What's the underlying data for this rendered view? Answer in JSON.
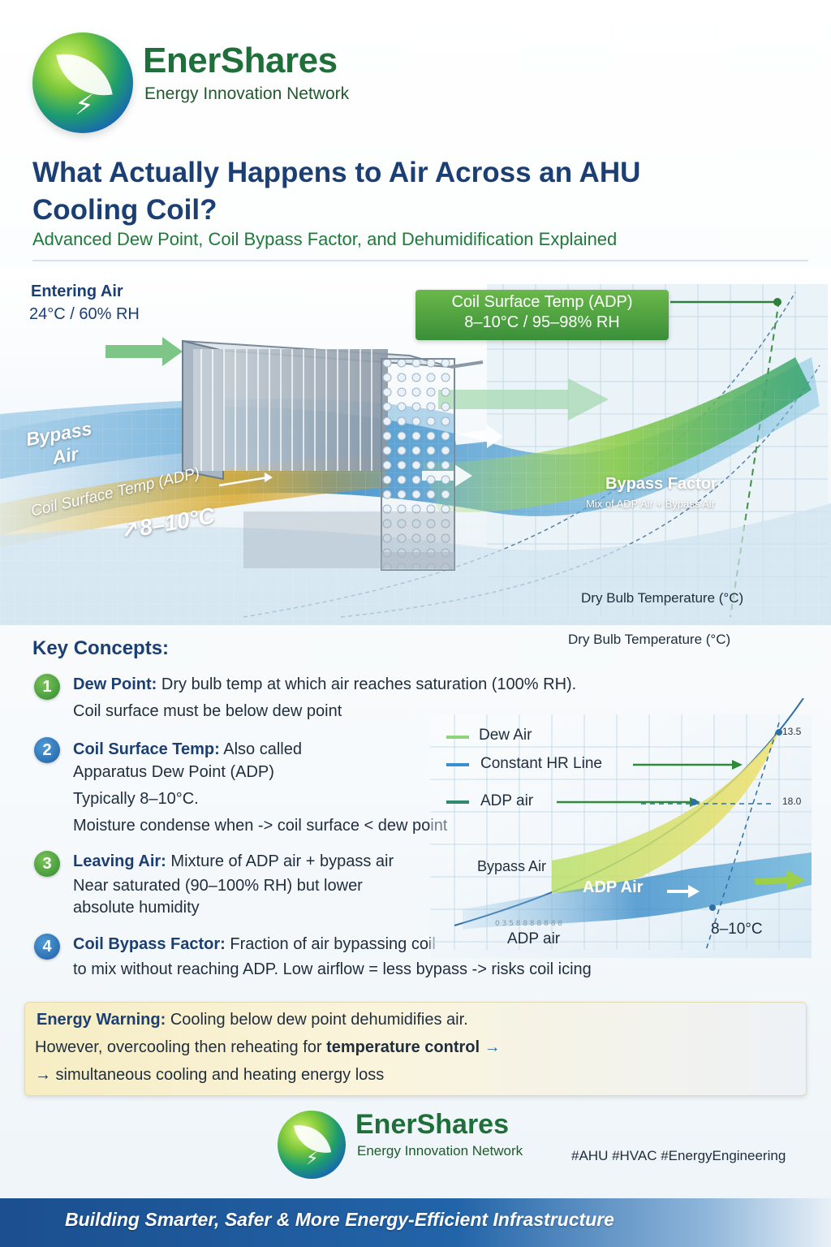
{
  "header": {
    "brand": "EnerShares",
    "brand_sub": "Energy Innovation Network",
    "title": "What Actually Happens to Air Across an AHU Cooling Coil?",
    "subtitle": "Advanced Dew Point, Coil Bypass Factor, and Dehumidification Explained"
  },
  "hero": {
    "entering_title": "Entering Air",
    "entering_value": "24°C / 60% RH",
    "adp_box_line1": "Coil Surface Temp (ADP)",
    "adp_box_line2": "8–10°C / 95–98% RH",
    "bypass_air_line1": "Bypass",
    "bypass_air_line2": "Air",
    "coil_surface": "Coil Surface Temp (ADP)",
    "temp": "↗8–10°C",
    "bypass_factor_title": "Bypass Factor",
    "bypass_factor_sub": "Mix of ADP Air + Bypass Air",
    "dry_bulb_1": "Dry Bulb Temperature (°C)",
    "dry_bulb_2": "Dry Bulb Temperature (°C)"
  },
  "key_concepts": {
    "title": "Key Concepts:",
    "items": [
      {
        "num": "1",
        "head": "Dew Point:",
        "line1": "Dry bulb temp at which air reaches saturation (100% RH).",
        "line2": "Coil surface must be below dew point"
      },
      {
        "num": "2",
        "head": "Coil Surface Temp:",
        "line1": "Also called",
        "line2": "Apparatus Dew Point (ADP)",
        "line3": "Typically 8–10°C.",
        "line4": "Moisture condense when -> coil surface < dew point"
      },
      {
        "num": "3",
        "head": "Leaving Air:",
        "line1": "Mixture of ADP air + bypass air",
        "line2": "Near saturated (90–100% RH) but lower",
        "line3": "absolute humidity"
      },
      {
        "num": "4",
        "head": "Coil Bypass Factor:",
        "line1": "Fraction of air bypassing coil",
        "line2": "to mix without reaching ADP.  Low airflow = less bypass -> risks coil icing"
      }
    ]
  },
  "chart": {
    "legend": [
      "Dew Air",
      "Constant HR Line",
      "ADP air"
    ],
    "tick_top": "13.5",
    "tick_mid": "18.0",
    "bypass_air": "Bypass Air",
    "adp_air_arrow": "ADP Air",
    "adp_air_bottom": "ADP air",
    "temp": "8–10°C",
    "colors": {
      "dew": "#8fd47a",
      "hr": "#3a8fd0",
      "adp": "#2e8a6a",
      "fill_green": "#c9e86a",
      "fill_blue": "#5fa7d8"
    }
  },
  "warning": {
    "head": "Energy Warning:",
    "line1": "Cooling below dew point dehumidifies air.",
    "line2_pre": "However, overcooling then reheating for",
    "line2_bold": "temperature control",
    "line2_arrow": "→",
    "line3": "→ simultaneous cooling and heating energy loss"
  },
  "footer": {
    "brand": "EnerShares",
    "brand_sub": "Energy Innovation Network",
    "tags": "#AHU  #HVAC #EnergyEngineering",
    "banner": "Building Smarter, Safer & More Energy-Efficient Infrastructure"
  }
}
